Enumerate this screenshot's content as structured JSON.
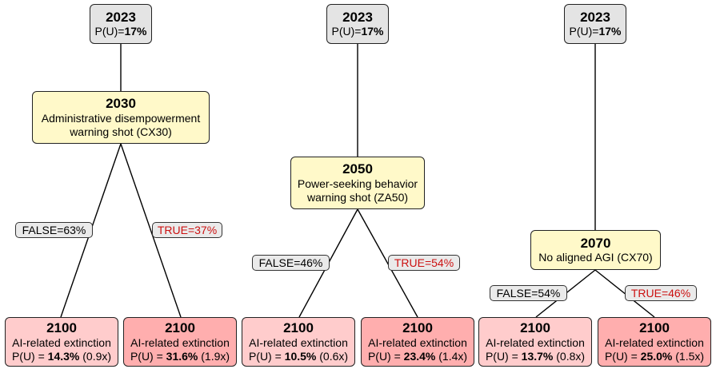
{
  "trees": [
    {
      "root": {
        "year": "2023",
        "label_prefix": "P(U)=",
        "label_value": "17%"
      },
      "event": {
        "year": "2030",
        "line1": "Administrative disempowerment",
        "line2": "warning shot (CX30)"
      },
      "false_label": "FALSE=63%",
      "true_label": "TRUE=37%",
      "false_leaf": {
        "year": "2100",
        "title": "AI-related extinction",
        "prob_prefix": "P(U) = ",
        "prob": "14.3%",
        "ratio": "(0.9x)"
      },
      "true_leaf": {
        "year": "2100",
        "title": "AI-related extinction",
        "prob_prefix": "P(U) = ",
        "prob": "31.6%",
        "ratio": "(1.9x)"
      }
    },
    {
      "root": {
        "year": "2023",
        "label_prefix": "P(U)=",
        "label_value": "17%"
      },
      "event": {
        "year": "2050",
        "line1": "Power-seeking behavior",
        "line2": "warning shot (ZA50)"
      },
      "false_label": "FALSE=46%",
      "true_label": "TRUE=54%",
      "false_leaf": {
        "year": "2100",
        "title": "AI-related extinction",
        "prob_prefix": "P(U) = ",
        "prob": "10.5%",
        "ratio": "(0.6x)"
      },
      "true_leaf": {
        "year": "2100",
        "title": "AI-related extinction",
        "prob_prefix": "P(U) = ",
        "prob": "23.4%",
        "ratio": "(1.4x)"
      }
    },
    {
      "root": {
        "year": "2023",
        "label_prefix": "P(U)=",
        "label_value": "17%"
      },
      "event": {
        "year": "2070",
        "line1": "No aligned AGI (CX70)",
        "line2": ""
      },
      "false_label": "FALSE=54%",
      "true_label": "TRUE=46%",
      "false_leaf": {
        "year": "2100",
        "title": "AI-related extinction",
        "prob_prefix": "P(U) = ",
        "prob": "13.7%",
        "ratio": "(0.8x)"
      },
      "true_leaf": {
        "year": "2100",
        "title": "AI-related extinction",
        "prob_prefix": "P(U) = ",
        "prob": "25.0%",
        "ratio": "(1.5x)"
      }
    }
  ]
}
